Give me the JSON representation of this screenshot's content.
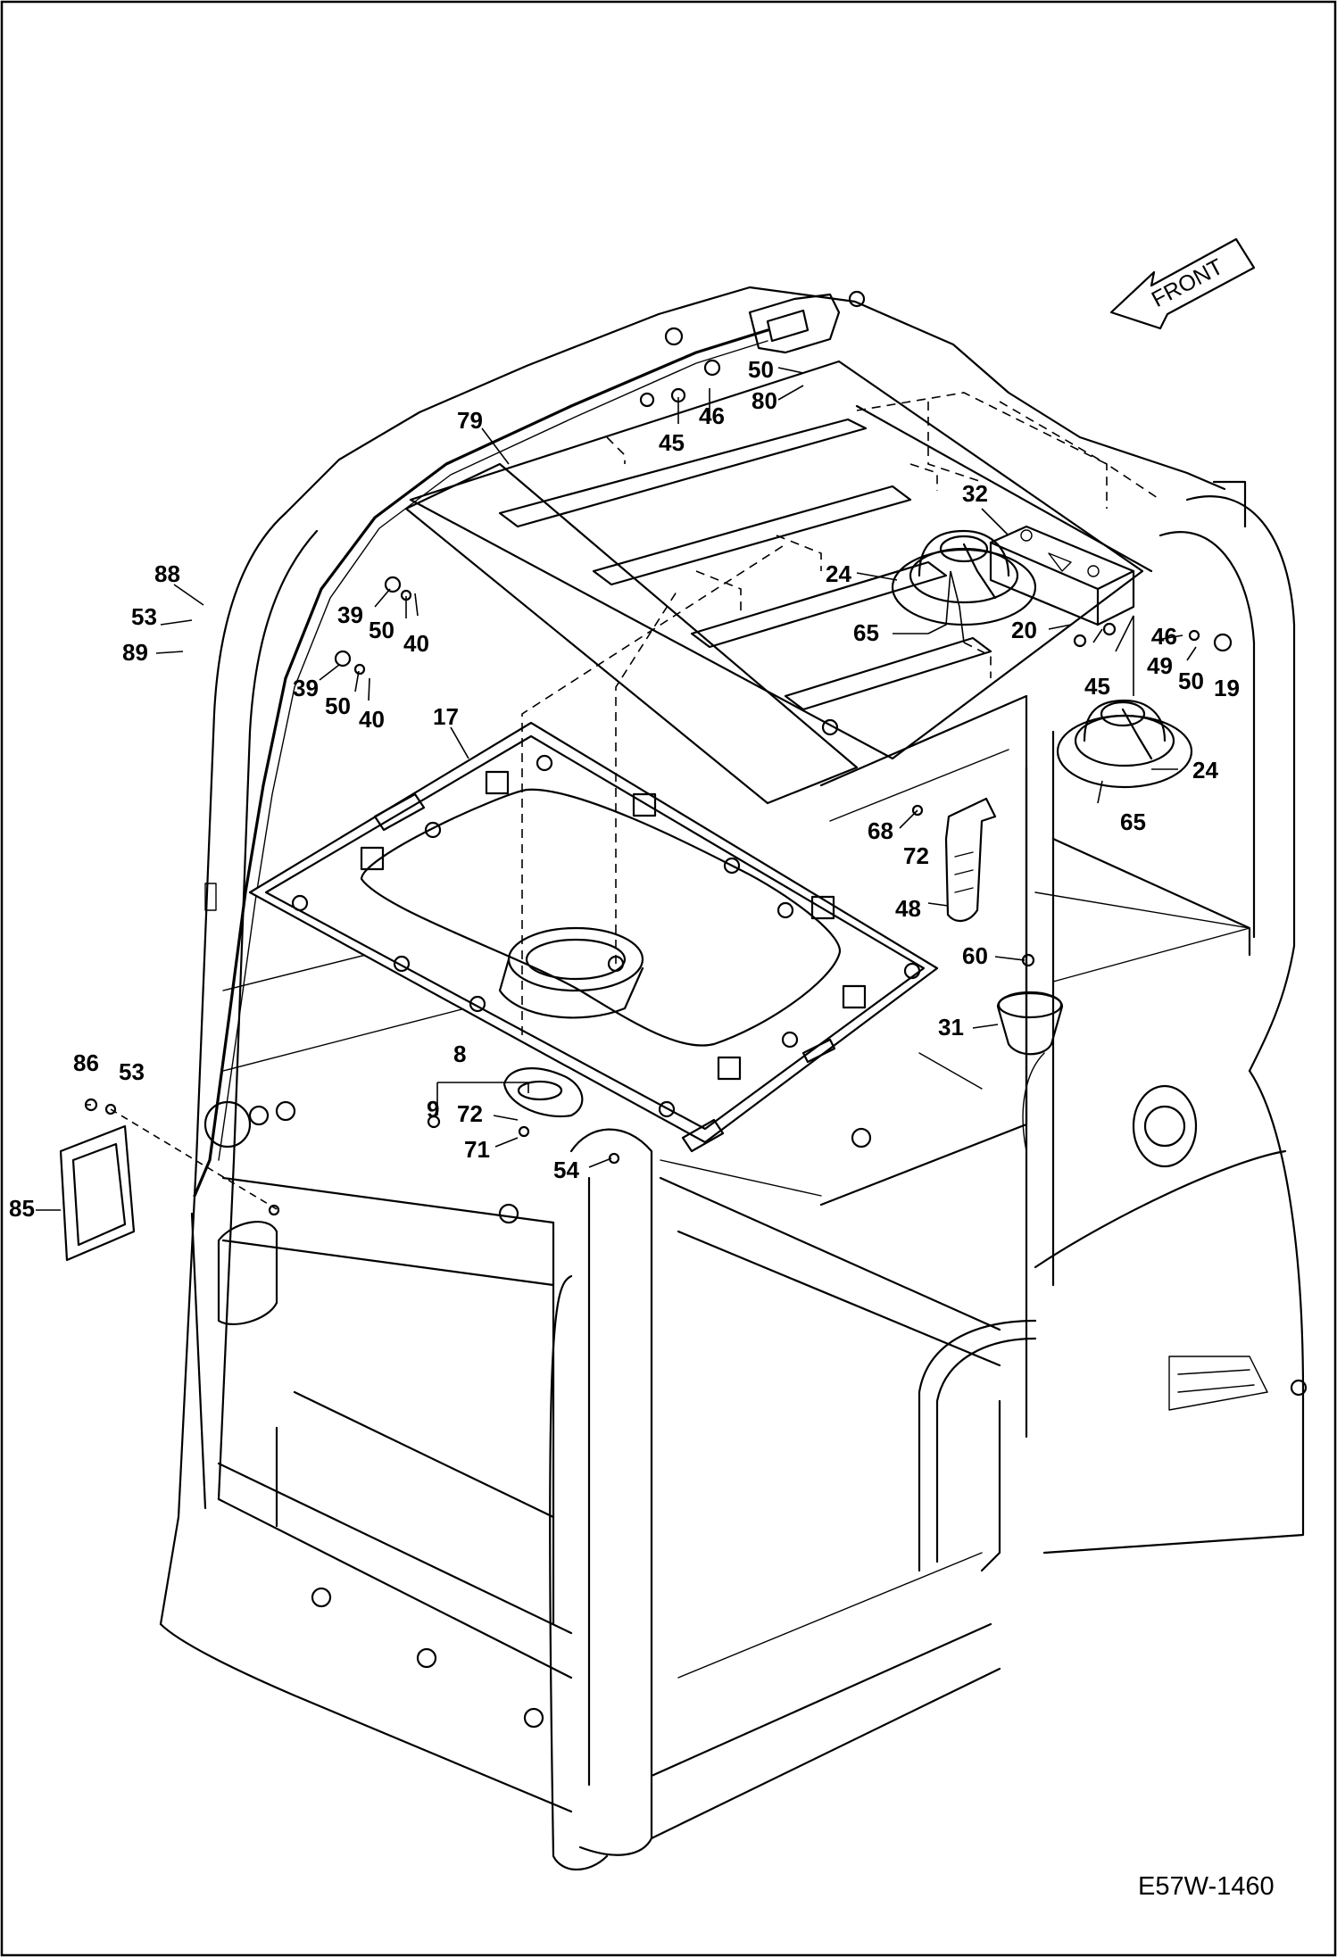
{
  "direction_arrow": {
    "text": "FRONT"
  },
  "drawing_code": "E57W-1460",
  "callouts": [
    {
      "id": "c50a",
      "text": "50"
    },
    {
      "id": "c80",
      "text": "80"
    },
    {
      "id": "c46a",
      "text": "46"
    },
    {
      "id": "c45a",
      "text": "45"
    },
    {
      "id": "c79",
      "text": "79"
    },
    {
      "id": "c32",
      "text": "32"
    },
    {
      "id": "c24a",
      "text": "24"
    },
    {
      "id": "c65a",
      "text": "65"
    },
    {
      "id": "c20",
      "text": "20"
    },
    {
      "id": "c46b",
      "text": "46"
    },
    {
      "id": "c49",
      "text": "49"
    },
    {
      "id": "c50b",
      "text": "50"
    },
    {
      "id": "c19",
      "text": "19"
    },
    {
      "id": "c45b",
      "text": "45"
    },
    {
      "id": "c24b",
      "text": "24"
    },
    {
      "id": "c65b",
      "text": "65"
    },
    {
      "id": "c88",
      "text": "88"
    },
    {
      "id": "c53a",
      "text": "53"
    },
    {
      "id": "c89",
      "text": "89"
    },
    {
      "id": "c39a",
      "text": "39"
    },
    {
      "id": "c50c",
      "text": "50"
    },
    {
      "id": "c40a",
      "text": "40"
    },
    {
      "id": "c39b",
      "text": "39"
    },
    {
      "id": "c50d",
      "text": "50"
    },
    {
      "id": "c40b",
      "text": "40"
    },
    {
      "id": "c17",
      "text": "17"
    },
    {
      "id": "c68",
      "text": "68"
    },
    {
      "id": "c72a",
      "text": "72"
    },
    {
      "id": "c48",
      "text": "48"
    },
    {
      "id": "c60",
      "text": "60"
    },
    {
      "id": "c31",
      "text": "31"
    },
    {
      "id": "c8",
      "text": "8"
    },
    {
      "id": "c9",
      "text": "9"
    },
    {
      "id": "c72b",
      "text": "72"
    },
    {
      "id": "c71",
      "text": "71"
    },
    {
      "id": "c54",
      "text": "54"
    },
    {
      "id": "c86",
      "text": "86"
    },
    {
      "id": "c53b",
      "text": "53"
    },
    {
      "id": "c85",
      "text": "85"
    }
  ]
}
